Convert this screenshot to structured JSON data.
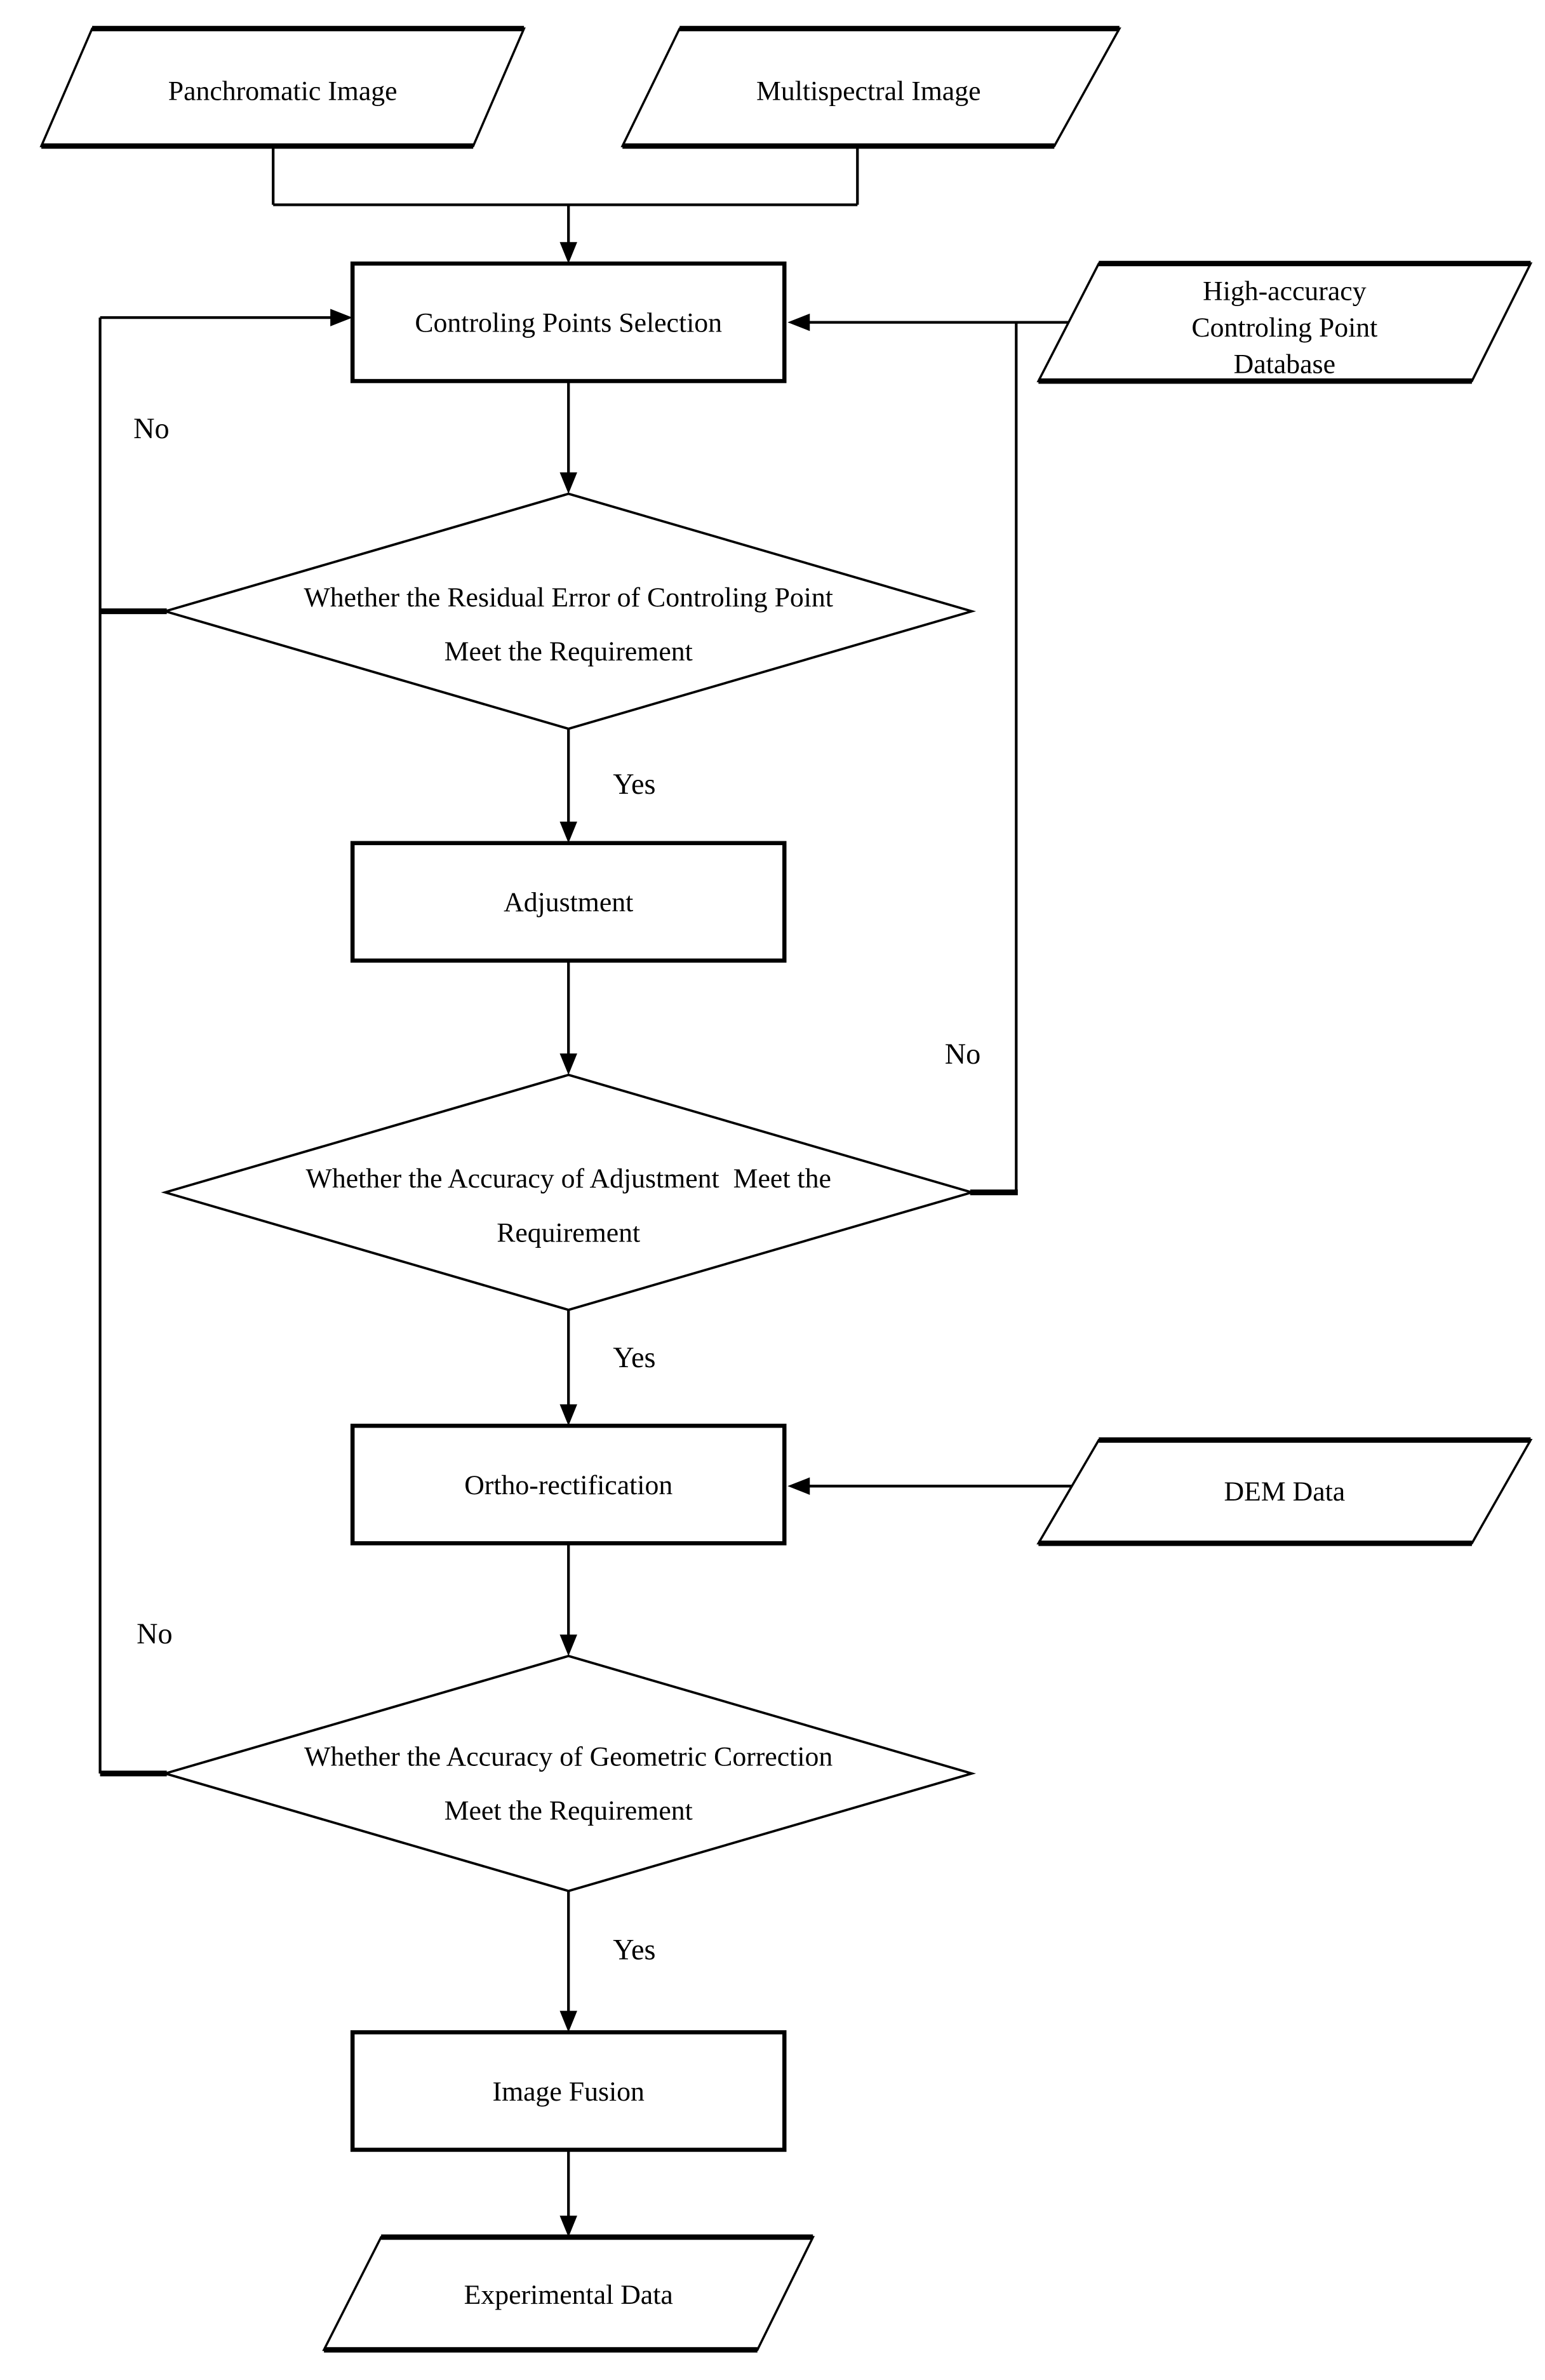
{
  "figure": {
    "type": "flowchart",
    "background_color": "#ffffff",
    "line_color": "#000000",
    "text_color": "#000000"
  },
  "nodes": {
    "panchromatic": {
      "type": "input-parallelogram",
      "label": "Panchromatic Image"
    },
    "multispectral": {
      "type": "input-parallelogram",
      "label": "Multispectral Image"
    },
    "control_points_selection": {
      "type": "process",
      "label": "Controling Points Selection"
    },
    "high_accuracy_db": {
      "type": "input-parallelogram",
      "lines": [
        "High-accuracy",
        "Controling Point",
        "Database"
      ]
    },
    "decision_residual_error": {
      "type": "decision",
      "lines": [
        "Whether the Residual Error of Controling Point",
        "Meet the Requirement"
      ]
    },
    "adjustment": {
      "type": "process",
      "label": "Adjustment"
    },
    "decision_adjustment_accuracy": {
      "type": "decision",
      "lines": [
        "Whether the Accuracy of Adjustment  Meet the",
        "Requirement"
      ]
    },
    "ortho_rectification": {
      "type": "process",
      "label": "Ortho-rectification"
    },
    "dem_data": {
      "type": "input-parallelogram",
      "label": "DEM Data"
    },
    "decision_geometric_correction": {
      "type": "decision",
      "lines": [
        "Whether the Accuracy of Geometric Correction",
        "Meet the Requirement"
      ]
    },
    "image_fusion": {
      "type": "process",
      "label": "Image Fusion"
    },
    "experimental_data": {
      "type": "output-parallelogram",
      "label": "Experimental Data"
    }
  },
  "edge_labels": {
    "residual_yes": "Yes",
    "residual_no": "No",
    "adjustment_yes": "Yes",
    "adjustment_no": "No",
    "geometric_yes": "Yes",
    "geometric_no": "No"
  }
}
